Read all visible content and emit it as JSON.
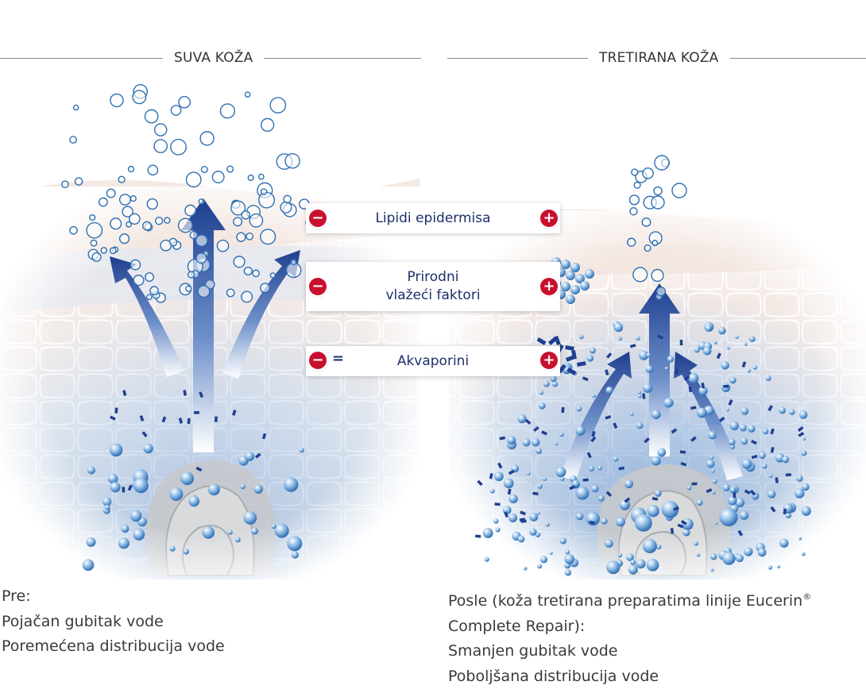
{
  "headers": {
    "left_title": "SUVA KOŽA",
    "right_title": "TRETIRANA KOŽA"
  },
  "factors": [
    {
      "label": "Lipidi epidermisa",
      "left_sign": "−",
      "right_sign": "+"
    },
    {
      "label_line1": "Prirodni",
      "label_line2": "vlažeći faktori",
      "left_sign": "−",
      "right_sign": "+"
    },
    {
      "label": "Akvaporini",
      "left_sign": "−",
      "equals": "=",
      "right_sign": "+"
    }
  ],
  "captions": {
    "left": [
      "Pre:",
      "Pojačan gubitak vode",
      "Poremećena distribucija vode"
    ],
    "right_line1": "Posle (koža tretirana preparatima linije Eucerin",
    "right_registered": "®",
    "right_rest": [
      "Complete Repair):",
      "Smanjen gubitak vode",
      "Poboljšana distribucija vode"
    ]
  },
  "colors": {
    "arrow_blue": "#1f3f8f",
    "water_blue": "#2e6fb3",
    "minus_plus_red": "#c8102e",
    "label_text": "#1d2f6b"
  }
}
